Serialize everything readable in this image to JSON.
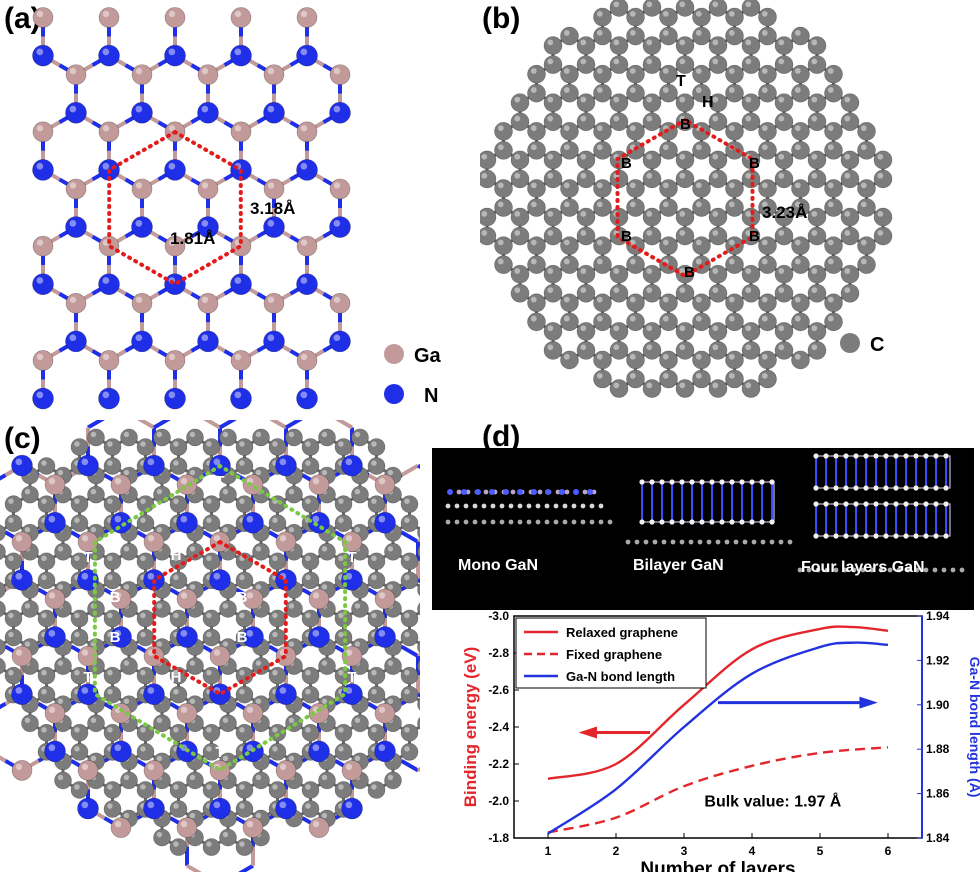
{
  "panels": {
    "a": {
      "label": "(a)",
      "bond_length": "1.81Å",
      "lattice_constant": "3.18Å",
      "legend": [
        {
          "label": "Ga",
          "color": "#c29a99"
        },
        {
          "label": "N",
          "color": "#1f2fe8"
        }
      ]
    },
    "b": {
      "label": "(b)",
      "site_top": "T",
      "site_hollow": "H",
      "site_bridge": "B",
      "lattice_constant": "3.23Å",
      "legend": [
        {
          "label": "C",
          "color": "#7c7c7c"
        }
      ]
    },
    "c": {
      "label": "(c)",
      "site_top": "T",
      "site_hollow": "H",
      "site_bridge": "B"
    },
    "d": {
      "label": "(d)",
      "structures": [
        "Mono GaN",
        "Bilayer GaN",
        "Four layers GaN"
      ],
      "annotation": "Bulk value: 1.97 Å"
    }
  },
  "colors": {
    "ga": "#c29a99",
    "n": "#1f2fe8",
    "c": "#7c7c7c",
    "bond": "#8e93d6",
    "red_dots": "#e41b1b",
    "green_dots": "#7ac943",
    "relaxed": "#e3262b",
    "ga_n": "#2233dd"
  },
  "chart_data": {
    "type": "line",
    "xlabel": "Number of layers",
    "ylabel": "Binding energy (eV)",
    "y2label": "Ga-N bond length (Å)",
    "xlim": [
      0.5,
      6.5
    ],
    "ylim": [
      -1.8,
      -3.0
    ],
    "y2lim": [
      1.84,
      1.94
    ],
    "xticks": [
      1,
      2,
      3,
      4,
      5,
      6
    ],
    "yticks": [
      -1.8,
      -2.0,
      -2.2,
      -2.4,
      -2.6,
      -2.8,
      -3.0
    ],
    "y2ticks": [
      1.84,
      1.86,
      1.88,
      1.9,
      1.92,
      1.94
    ],
    "legend_position": "top-left",
    "series": [
      {
        "name": "Relaxed graphene",
        "axis": "left",
        "style": "solid",
        "color": "#e3262b",
        "x": [
          1,
          2,
          3,
          4,
          5,
          5.5,
          6
        ],
        "y": [
          -2.12,
          -2.2,
          -2.52,
          -2.82,
          -2.93,
          -2.94,
          -2.92
        ]
      },
      {
        "name": "Fixed graphene",
        "axis": "left",
        "style": "dashed",
        "color": "#e3262b",
        "x": [
          1,
          2,
          3,
          4,
          5,
          6
        ],
        "y": [
          -1.83,
          -1.91,
          -2.08,
          -2.19,
          -2.26,
          -2.29
        ]
      },
      {
        "name": "Ga-N bond length",
        "axis": "right",
        "style": "solid",
        "color": "#2233dd",
        "x": [
          1,
          2,
          3,
          4,
          5,
          5.5,
          6
        ],
        "y": [
          1.842,
          1.862,
          1.89,
          1.914,
          1.926,
          1.928,
          1.927
        ]
      }
    ]
  }
}
